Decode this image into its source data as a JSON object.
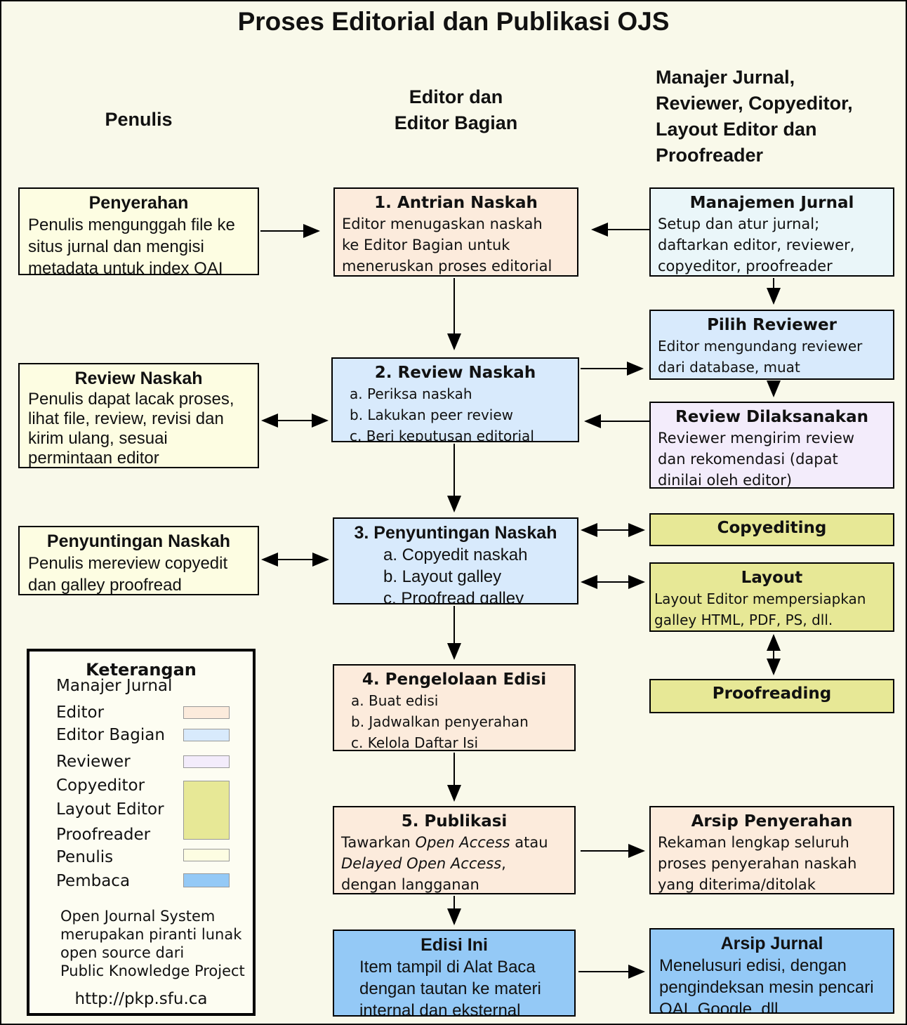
{
  "title": "Proses Editorial dan Publikasi OJS",
  "headers": {
    "penulis": "Penulis",
    "editor_line1": "Editor dan",
    "editor_line2": "Editor Bagian",
    "others_lines": [
      "Manajer Jurnal,",
      "Reviewer, Copyeditor,",
      "Layout Editor dan",
      "Proofreader"
    ]
  },
  "boxes": {
    "penyerahan": {
      "title": "Penyerahan",
      "lines": [
        "Penulis mengunggah file ke",
        "situs jurnal dan mengisi",
        "metadata untuk index OAI"
      ]
    },
    "antrian": {
      "title": "1. Antrian Naskah",
      "lines": [
        "Editor menugaskan naskah",
        "ke Editor Bagian untuk",
        "meneruskan proses editorial"
      ]
    },
    "manajemen": {
      "title": "Manajemen Jurnal",
      "lines": [
        "Setup dan atur jurnal;",
        "daftarkan editor, reviewer,",
        "copyeditor, proofreader"
      ]
    },
    "pilih_reviewer": {
      "title": "Pilih Reviewer",
      "lines": [
        "Editor mengundang reviewer",
        "dari database, muat"
      ]
    },
    "review_naskah": {
      "title": "Review Naskah",
      "lines": [
        "Penulis dapat lacak proses,",
        "lihat file, review, revisi dan",
        "kirim ulang, sesuai",
        "permintaan editor"
      ]
    },
    "review2": {
      "title": "2. Review Naskah",
      "lines": [
        "a. Periksa naskah",
        "b. Lakukan peer review",
        "c. Beri keputusan editorial"
      ]
    },
    "review_dilaksanakan": {
      "title": "Review Dilaksanakan",
      "lines": [
        "Reviewer mengirim review",
        "dan rekomendasi (dapat",
        "dinilai oleh editor)"
      ]
    },
    "penyuntingan_penulis": {
      "title": "Penyuntingan Naskah",
      "lines": [
        "Penulis mereview copyedit",
        "dan galley proofread"
      ]
    },
    "penyuntingan3": {
      "title": "3. Penyuntingan Naskah",
      "lines": [
        "a. Copyedit naskah",
        "b. Layout galley",
        "c. Proofread galley"
      ]
    },
    "copyediting": {
      "title": "Copyediting"
    },
    "layout": {
      "title": "Layout",
      "lines": [
        "Layout Editor mempersiapkan",
        "galley HTML, PDF, PS, dll."
      ]
    },
    "proofreading": {
      "title": "Proofreading"
    },
    "pengelolaan": {
      "title": "4. Pengelolaan Edisi",
      "lines": [
        "a. Buat edisi",
        "b. Jadwalkan penyerahan",
        "c. Kelola Daftar Isi"
      ]
    },
    "publikasi": {
      "title": "5. Publikasi",
      "seg_1a": "Tawarkan ",
      "seg_1b": "Open Access",
      "seg_1c": " atau",
      "seg_2a": "Delayed Open Access",
      "seg_2b": ",",
      "seg_3": "dengan langganan"
    },
    "arsip_penyerahan": {
      "title": "Arsip Penyerahan",
      "lines": [
        "Rekaman lengkap seluruh",
        "proses penyerahan naskah",
        "yang diterima/ditolak"
      ]
    },
    "edisi_ini": {
      "title": "Edisi Ini",
      "lines": [
        "Item tampil di Alat Baca",
        "dengan tautan ke materi",
        "internal dan eksternal"
      ]
    },
    "arsip_jurnal": {
      "title": "Arsip Jurnal",
      "lines": [
        "Menelusuri edisi, dengan",
        "pengindeksan mesin pencari",
        "OAI, Google, dll"
      ]
    }
  },
  "legend": {
    "title": "Keterangan",
    "labels": [
      "Manajer Jurnal",
      "Editor",
      "Editor Bagian",
      "Reviewer",
      "Copyeditor",
      "Layout Editor",
      "Proofreader",
      "Penulis",
      "Pembaca"
    ],
    "footer_lines": [
      "Open Journal System",
      "merupakan piranti lunak",
      "open source dari",
      "Public Knowledge Project"
    ],
    "url": "http://pkp.sfu.ca"
  },
  "colors": {
    "background": "#f9f9ea",
    "editor": "#fcebdc",
    "editor_bagian": "#d8eafc",
    "manajemen_jurnal": "#eaf6f9",
    "reviewer": "#f3ecfb",
    "copyeditor_layout_proofreader": "#e7e896",
    "penulis": "#fdfde2",
    "pembaca": "#94c9f6",
    "border": "#000000"
  }
}
